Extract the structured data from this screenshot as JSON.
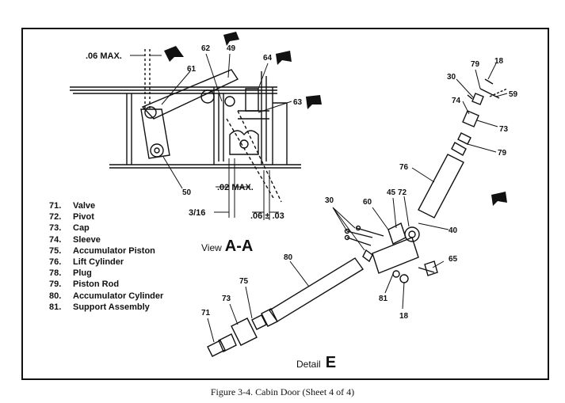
{
  "caption": "Figure 3-4.   Cabin Door (Sheet 4 of 4)",
  "view": {
    "prefix": "View",
    "letter": "A-A"
  },
  "detail": {
    "prefix": "Detail",
    "letter": "E"
  },
  "dimensions": {
    "top_max": ".06 MAX.",
    "mid_max": ".02 MAX.",
    "fraction": "3/16",
    "tolerance": ".06 ± .03"
  },
  "parts_list": [
    {
      "num": "71.",
      "name": "Valve"
    },
    {
      "num": "72.",
      "name": "Pivot"
    },
    {
      "num": "73.",
      "name": "Cap"
    },
    {
      "num": "74.",
      "name": "Sleeve"
    },
    {
      "num": "75.",
      "name": "Accumulator Piston"
    },
    {
      "num": "76.",
      "name": "Lift Cylinder"
    },
    {
      "num": "78.",
      "name": "Plug"
    },
    {
      "num": "79.",
      "name": "Piston Rod"
    },
    {
      "num": "80.",
      "name": "Accumulator Cylinder"
    },
    {
      "num": "81.",
      "name": "Support Assembly"
    }
  ],
  "callouts": {
    "c61": "61",
    "c62": "62",
    "c49": "49",
    "c64": "64",
    "c63": "63",
    "c50": "50",
    "c79a": "79",
    "c18a": "18",
    "c30a": "30",
    "c59": "59",
    "c74": "74",
    "c73a": "73",
    "c79b": "79",
    "c76": "76",
    "c30b": "30",
    "c60": "60",
    "c45": "45",
    "c72": "72",
    "c40": "40",
    "c80": "80",
    "c75": "75",
    "c73b": "73",
    "c71": "71",
    "c65": "65",
    "c81": "81",
    "c18b": "18"
  }
}
